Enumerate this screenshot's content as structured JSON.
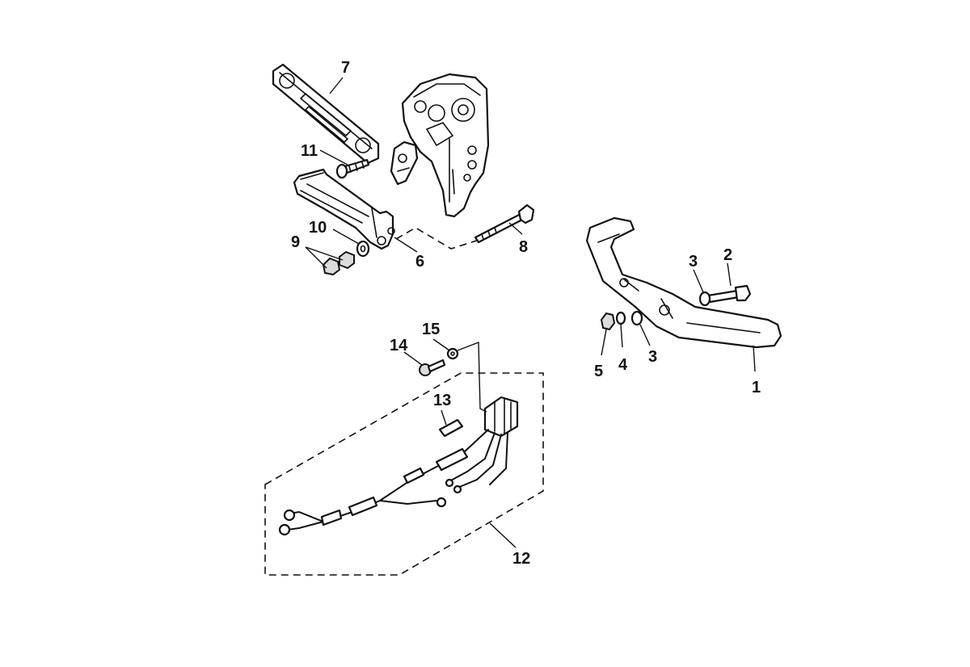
{
  "callouts": {
    "c1": "1",
    "c2": "2",
    "c3a": "3",
    "c3b": "3",
    "c4": "4",
    "c5": "5",
    "c6": "6",
    "c7": "7",
    "c8": "8",
    "c9": "9",
    "c10": "10",
    "c11": "11",
    "c12": "12",
    "c13": "13",
    "c14": "14",
    "c15": "15"
  }
}
